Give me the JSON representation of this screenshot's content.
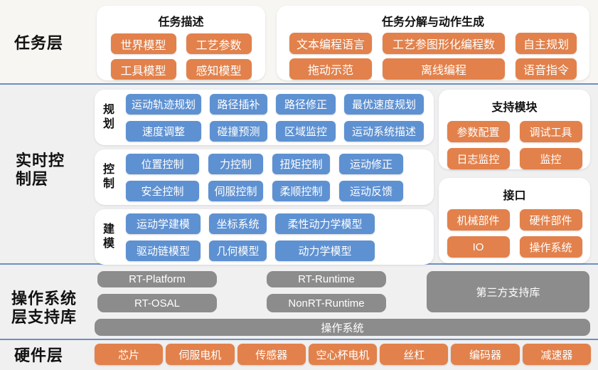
{
  "colors": {
    "orange": "#E2814B",
    "blue": "#5E91D2",
    "gray": "#8C8C8C",
    "divider_blue": "#6E90C0"
  },
  "task_layer": {
    "label": "任务层",
    "task_desc": {
      "title": "任务描述",
      "items": [
        "世界模型",
        "工艺参数",
        "工具模型",
        "感知模型"
      ]
    },
    "task_decomp": {
      "title": "任务分解与动作生成",
      "items": [
        "文本编程语言",
        "工艺参图形化编程数",
        "自主规划",
        "拖动示范",
        "离线编程",
        "语音指令"
      ]
    }
  },
  "realtime_layer": {
    "label": "实时控制层",
    "planning": {
      "title": "规划",
      "items": [
        "运动轨迹规划",
        "路径插补",
        "路径修正",
        "最优速度规划",
        "速度调整",
        "碰撞预测",
        "区域监控",
        "运动系统描述"
      ]
    },
    "control": {
      "title": "控制",
      "items": [
        "位置控制",
        "力控制",
        "扭矩控制",
        "运动修正",
        "安全控制",
        "伺服控制",
        "柔顺控制",
        "运动反馈"
      ]
    },
    "modeling": {
      "title": "建模",
      "items": [
        "运动学建模",
        "坐标系统",
        "柔性动力学模型",
        "驱动链模型",
        "几何模型",
        "动力学模型"
      ]
    },
    "support": {
      "title": "支持模块",
      "items": [
        "参数配置",
        "调试工具",
        "日志监控",
        "监控"
      ]
    },
    "interface": {
      "title": "接口",
      "items": [
        "机械部件",
        "硬件部件",
        "IO",
        "操作系统"
      ]
    }
  },
  "os_layer": {
    "label": "操作系统层支持库",
    "items": [
      "RT-Platform",
      "RT-Runtime",
      "RT-OSAL",
      "NonRT-Runtime",
      "第三方支持库",
      "操作系统"
    ]
  },
  "hardware_layer": {
    "label": "硬件层",
    "items": [
      "芯片",
      "伺服电机",
      "传感器",
      "空心杯电机",
      "丝杠",
      "编码器",
      "减速器"
    ]
  }
}
